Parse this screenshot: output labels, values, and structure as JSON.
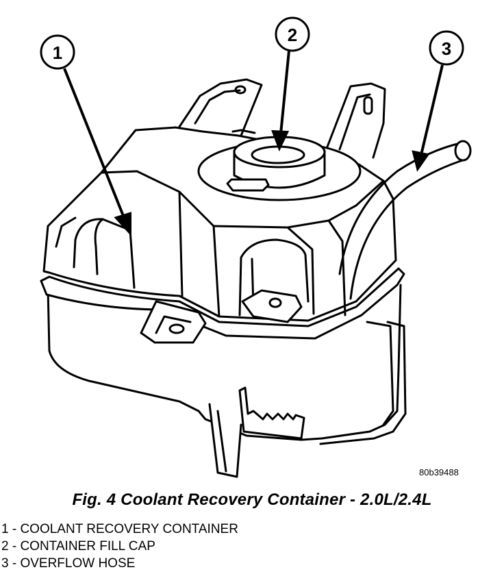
{
  "figure": {
    "reference_code": "80b39488",
    "caption": "Fig. 4 Coolant Recovery Container - 2.0L/2.4L"
  },
  "callouts": [
    {
      "number": "1",
      "legend_text": "1 - COOLANT RECOVERY CONTAINER"
    },
    {
      "number": "2",
      "legend_text": "2 - CONTAINER FILL CAP"
    },
    {
      "number": "3",
      "legend_text": "3 - OVERFLOW HOSE"
    }
  ]
}
